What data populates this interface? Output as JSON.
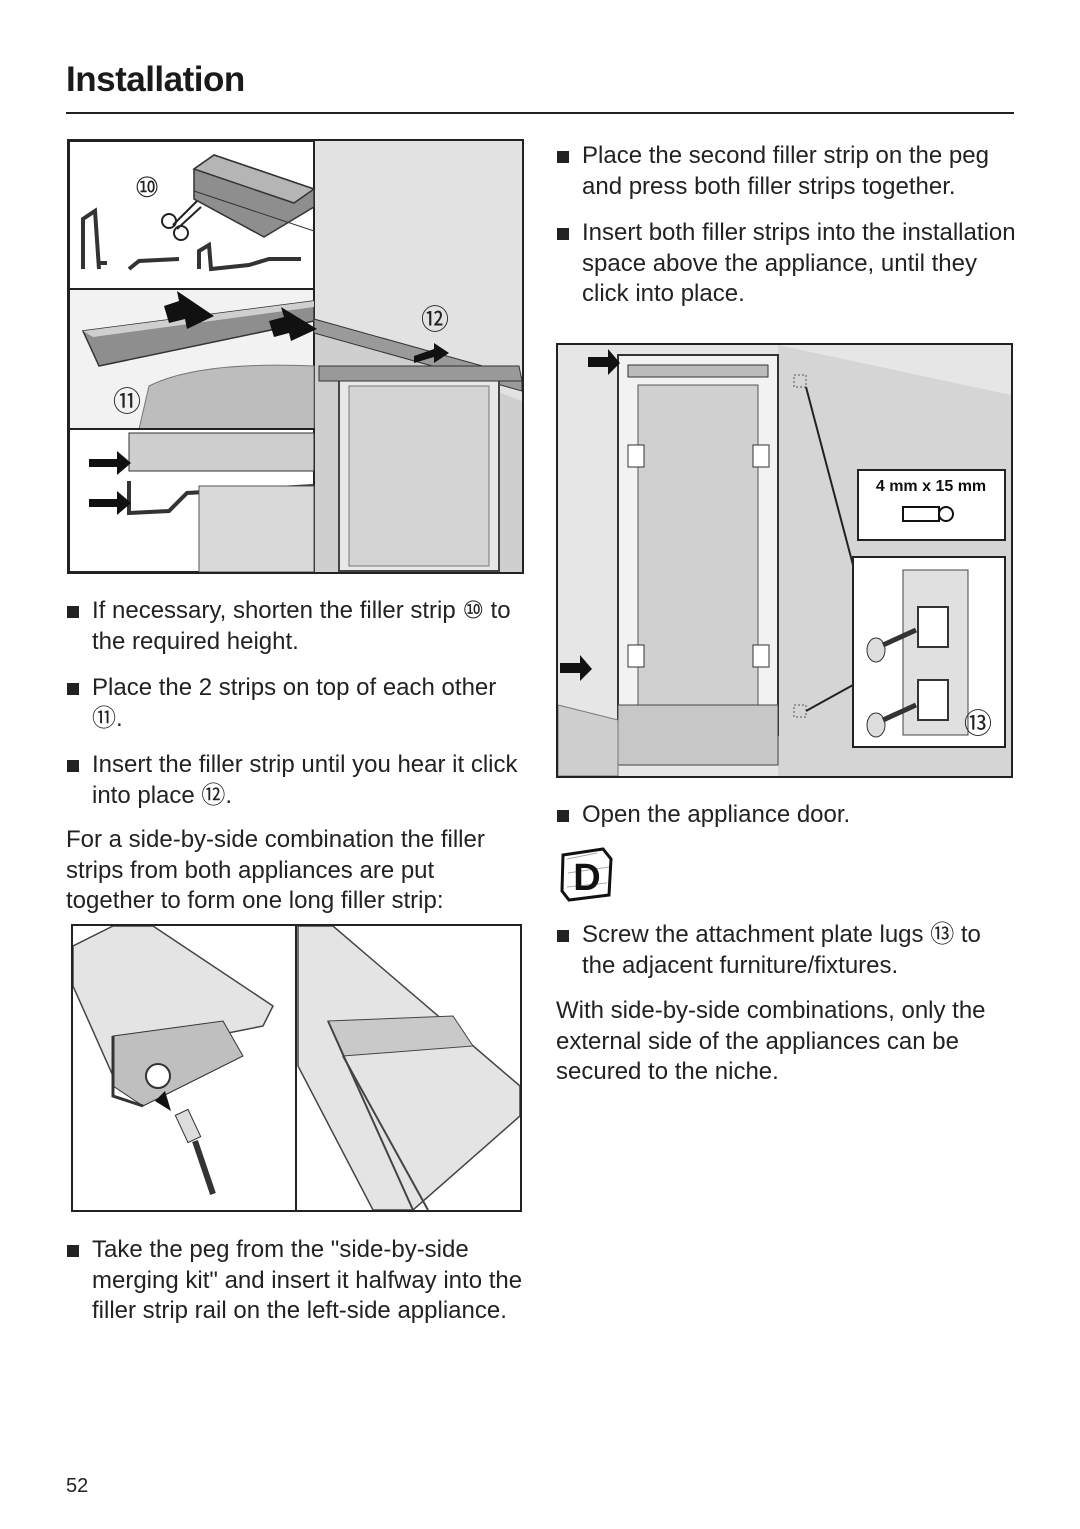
{
  "header": {
    "title": "Installation"
  },
  "left_column": {
    "steps_a": [
      {
        "text": "If necessary, shorten the filler strip ⑩ to the required height."
      },
      {
        "text": "Place the 2 strips on top of each other ⑪."
      },
      {
        "text": "Insert the filler strip until you hear it click into place ⑫."
      }
    ],
    "combination_note": "For a side-by-side combination the filler strips from both appliances are put together to form one long filler strip:",
    "steps_b": [
      {
        "text": "Take the peg from the \"side-by-side merging kit\" and insert it halfway into the filler strip rail on the left-side appliance."
      }
    ]
  },
  "right_column": {
    "steps_a": [
      {
        "text": "Place the second filler strip on the peg and press both filler strips together."
      },
      {
        "text": "Insert both filler strips into the installation space above the appliance, until they click into place."
      }
    ],
    "steps_b": [
      {
        "text": "Open the appliance door."
      }
    ],
    "icon_letter": "D",
    "steps_c": [
      {
        "text": "Screw the attachment plate lugs ⑬ to the adjacent furniture/fixtures."
      }
    ],
    "securing_note": "With side-by-side combinations, only the external side of the appliances can be secured to the niche."
  },
  "figures": {
    "fig1_callouts": {
      "c10": "⑩",
      "c11": "⑪",
      "c12": "⑫"
    },
    "fig3_screw_size": "4 mm x 15 mm",
    "fig3_callout": "⑬"
  },
  "footer": {
    "page_number": "52"
  }
}
